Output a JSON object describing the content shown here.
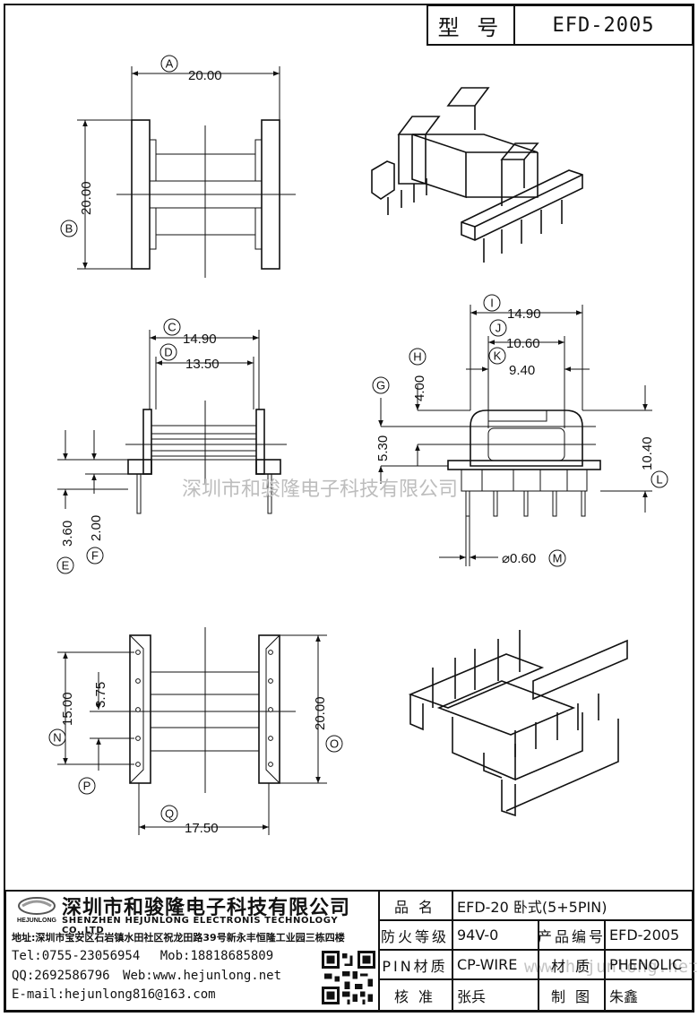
{
  "header": {
    "model_label": "型 号",
    "model_value": "EFD-2005"
  },
  "dims": {
    "A": "20.00",
    "B": "20.00",
    "C": "14.90",
    "D": "13.50",
    "E": "3.60",
    "F": "2.00",
    "G": "5.30",
    "H": "4.00",
    "I": "14.90",
    "J": "10.60",
    "K": "9.40",
    "L": "10.40",
    "M": "⌀0.60",
    "N": "15.00",
    "N2": "3.75",
    "O": "20.00",
    "P": "",
    "Q": "17.50"
  },
  "balloons": [
    "A",
    "B",
    "C",
    "D",
    "E",
    "F",
    "G",
    "H",
    "I",
    "J",
    "K",
    "L",
    "M",
    "N",
    "O",
    "P",
    "Q"
  ],
  "watermark": {
    "cn": "深圳市和骏隆电子科技有限公司",
    "url": "www.hejunlong.net"
  },
  "company": {
    "cn_name": "深圳市和骏隆电子科技有限公司",
    "en_name": "SHENZHEN HEJUNLONG ELECTRONIS TECHNOLOGY CO.,LTD",
    "logo_text": "HEJUNLONG",
    "address": "地址:深圳市宝安区石岩镇水田社区祝龙田路39号新永丰恒隆工业园三栋四楼",
    "tel": "Tel:0755-23056954",
    "mob": "Mob:18818685809",
    "qq": "QQ:2692586796",
    "web": "Web:www.hejunlong.net",
    "email": "E-mail:hejunlong816@163.com"
  },
  "spec": {
    "name_label": "品 名",
    "name_value": "EFD-20 卧式(5+5PIN)",
    "fire_label": "防火等级",
    "fire_value": "94V-0",
    "code_label": "产品编号",
    "code_value": "EFD-2005",
    "pin_label": "PIN材质",
    "pin_value": "CP-WIRE",
    "material_label": "材 质",
    "material_value": "PHENOLIC",
    "check_label": "核 准",
    "check_value": "张兵",
    "draw_label": "制 图",
    "draw_value": "朱鑫"
  }
}
